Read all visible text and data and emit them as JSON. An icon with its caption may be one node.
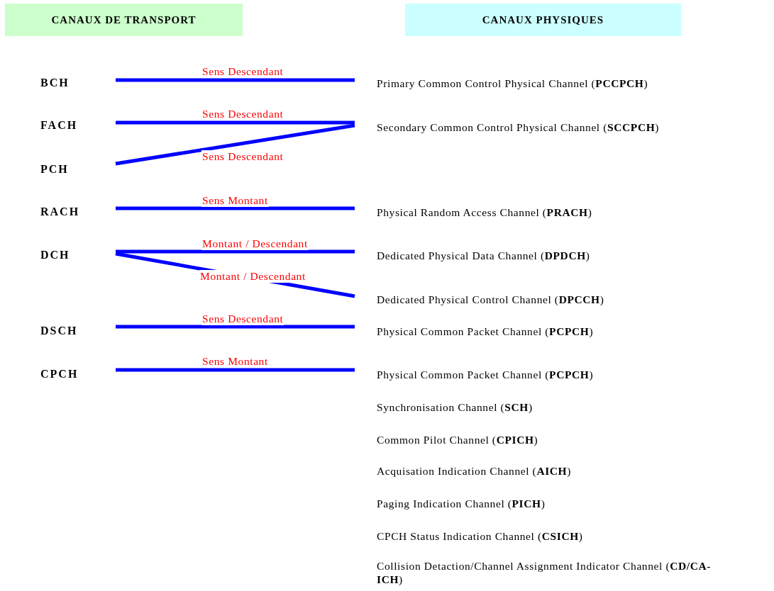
{
  "diagram": {
    "nodes": [
      {
        "text": [
          "CANAUX DE TRANSPORT"
        ]
      },
      {
        "text": [
          "CANAUX PHYSIQUES"
        ]
      },
      {
        "text": [
          "BCH"
        ]
      },
      {
        "text": [
          "FACH"
        ]
      },
      {
        "text": [
          "PCH"
        ]
      },
      {
        "text": [
          "RACH"
        ]
      },
      {
        "text": [
          "DCH"
        ]
      },
      {
        "text": [
          "DSCH"
        ]
      },
      {
        "text": [
          "CPCH"
        ]
      },
      {
        "text": [
          "Primary Common Control Physical Channel (**PCCPCH**)"
        ]
      },
      {
        "text": [
          "Secondary Common Control Physical Channel (**SCCPCH**)"
        ]
      },
      {
        "text": [
          "Physical Random Access Channel (**PRACH**)"
        ]
      },
      {
        "text": [
          "Dedicated Physical Data Channel (**DPDCH**)"
        ]
      },
      {
        "text": [
          "Dedicated Physical Control Channel (**DPCCH**)"
        ]
      },
      {
        "text": [
          "Physical Common Packet Channel (**PCPCH**)"
        ]
      },
      {
        "text": [
          "Physical Common Packet Channel (**PCPCH**)"
        ]
      },
      {
        "text": [
          "Synchronisation Channel (**SCH**)"
        ]
      },
      {
        "text": [
          "Common Pilot Channel (**CPICH**)"
        ]
      },
      {
        "text": [
          "Acquisation Indication Channel (**AICH**)"
        ]
      },
      {
        "text": [
          "Paging Indication Channel (**PICH**)"
        ]
      },
      {
        "text": [
          "CPCH Status Indication Channel (**CSICH**)"
        ]
      },
      {
        "text": [
          "Collision Detaction/Channel Assignment Indicator Channel (**CD/CA-ICH**)"
        ]
      }
    ],
    "edges": [
      {
        "from": 2,
        "to": 9,
        "arrow": "none",
        "label": "Sens Descendant"
      },
      {
        "from": 3,
        "to": 10,
        "arrow": "none",
        "label": "Sens Descendant"
      },
      {
        "from": 4,
        "to": 10,
        "arrow": "none",
        "label": "Sens Descendant"
      },
      {
        "from": 5,
        "to": 11,
        "arrow": "none",
        "label": "Sens Montant"
      },
      {
        "from": 6,
        "to": 12,
        "arrow": "none",
        "label": "Montant / Descendant"
      },
      {
        "from": 6,
        "to": 13,
        "arrow": "none",
        "label": "Montant / Descendant"
      },
      {
        "from": 7,
        "to": 14,
        "arrow": "none",
        "label": "Sens Descendant"
      },
      {
        "from": 8,
        "to": 15,
        "arrow": "none",
        "label": "Sens Montant"
      }
    ]
  }
}
